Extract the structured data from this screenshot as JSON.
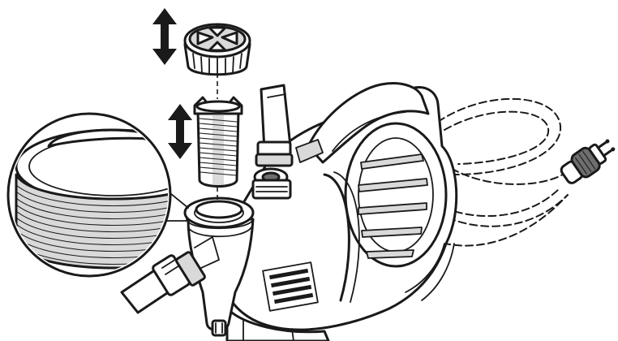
{
  "diagram": {
    "illustration": "pump-prefilter-assembly",
    "colors": {
      "ink": "#1a1a1a",
      "paper": "#ffffff",
      "shade": "#d9d9d9",
      "mid": "#6e6e6e"
    },
    "parts": [
      {
        "name": "filter-cap",
        "icon": "filter-cap-icon"
      },
      {
        "name": "filter-insert",
        "icon": "filter-insert-icon"
      },
      {
        "name": "filter-housing",
        "icon": "filter-housing-icon"
      },
      {
        "name": "pump-body",
        "icon": "pump-body-icon"
      },
      {
        "name": "power-cable",
        "icon": "power-cable-icon"
      },
      {
        "name": "power-plug",
        "icon": "plug-icon"
      },
      {
        "name": "inlet-hose",
        "icon": "hose-icon"
      },
      {
        "name": "outlet-hose",
        "icon": "hose-icon"
      },
      {
        "name": "detail-magnifier",
        "icon": "magnifier-icon"
      }
    ],
    "arrows": [
      {
        "name": "cap-arrow",
        "icon": "double-arrow-vertical-icon"
      },
      {
        "name": "insert-arrow",
        "icon": "double-arrow-vertical-icon"
      }
    ]
  }
}
